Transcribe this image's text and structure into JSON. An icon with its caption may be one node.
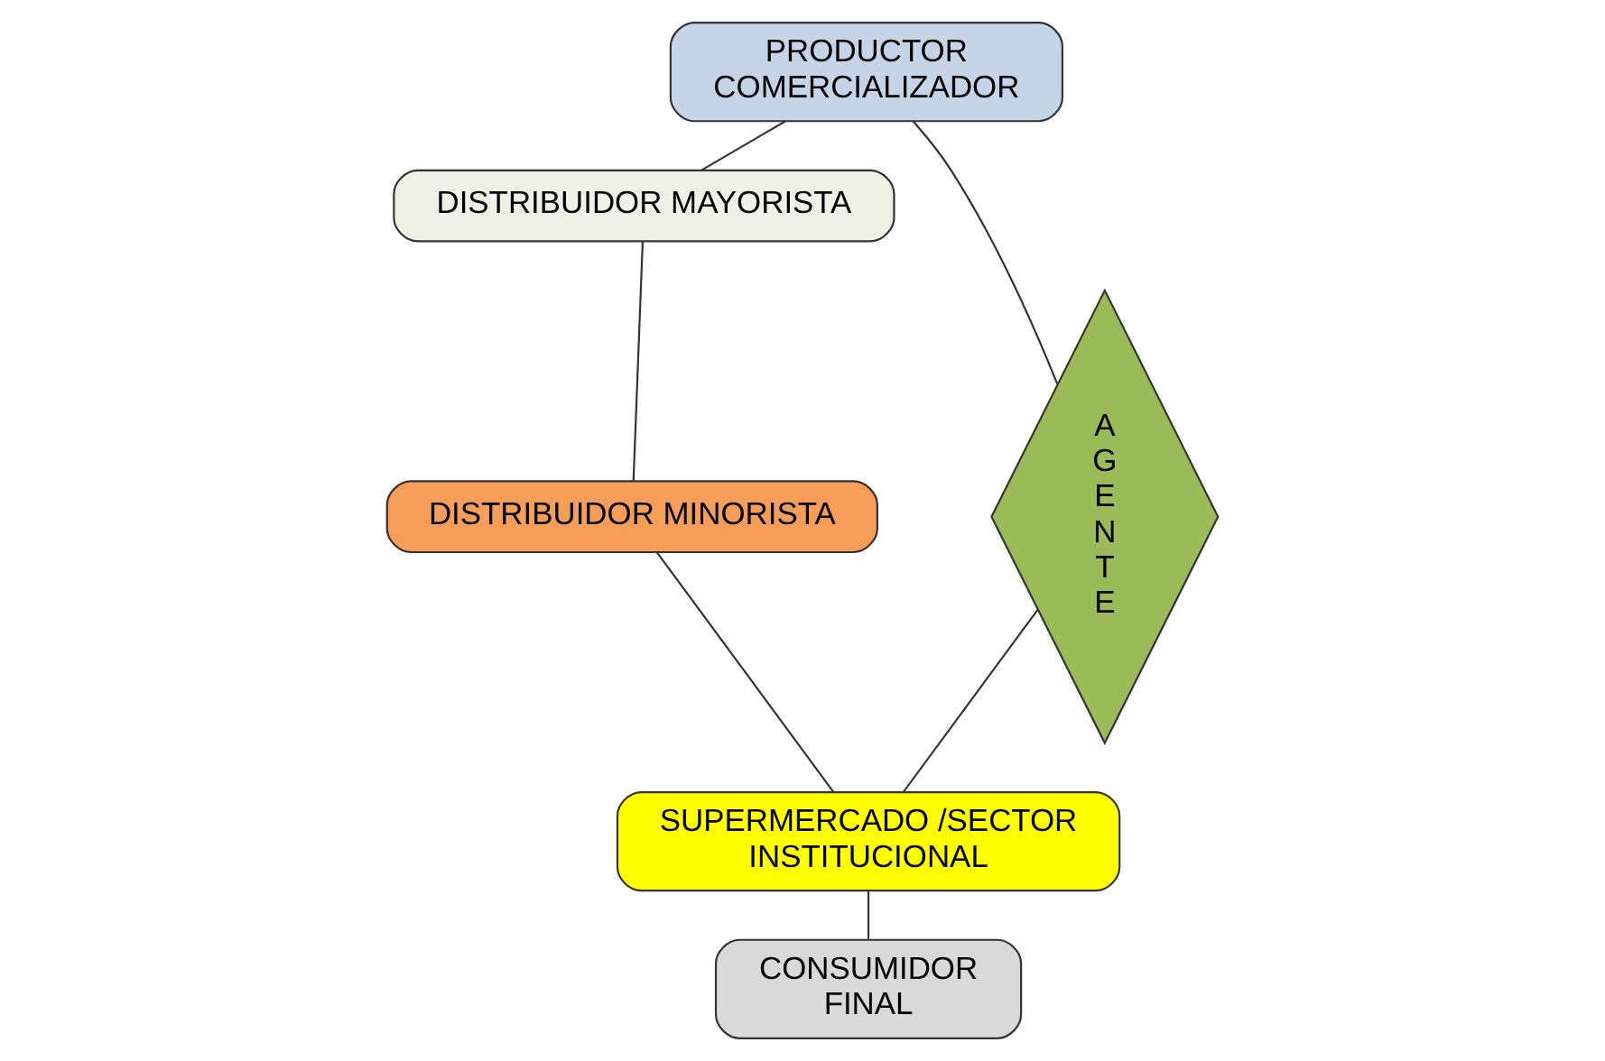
{
  "diagram": {
    "nodes": [
      {
        "text": [
          "PRODUCTOR COMERCIALIZADOR"
        ]
      },
      {
        "text": [
          "DISTRIBUIDOR MAYORISTA"
        ]
      },
      {
        "text": [
          "DISTRIBUIDOR MINORISTA"
        ]
      },
      {
        "text": [
          "SUPERMERCADO /SECTOR INSTITUCIONAL"
        ]
      },
      {
        "text": [
          "CONSUMIDOR FINAL"
        ]
      },
      {
        "text": [
          "AGENTE"
        ]
      }
    ],
    "edges": [
      {
        "from": 0,
        "to": 1,
        "arrow": "none"
      },
      {
        "from": 1,
        "to": 2,
        "arrow": "none"
      },
      {
        "from": 2,
        "to": 3,
        "arrow": "none"
      },
      {
        "from": 3,
        "to": 4,
        "arrow": "none"
      },
      {
        "from": 0,
        "to": 5,
        "arrow": "none"
      },
      {
        "from": 5,
        "to": 3,
        "arrow": "none"
      }
    ]
  }
}
